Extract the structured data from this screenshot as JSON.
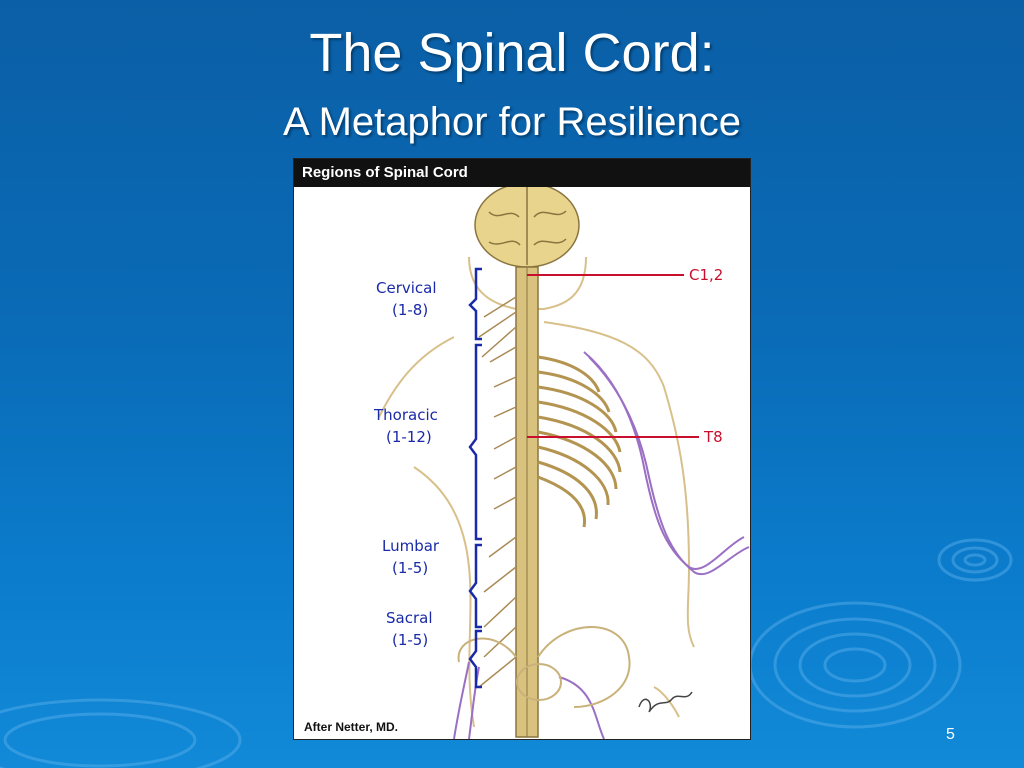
{
  "slide": {
    "title": "The Spinal Cord:",
    "subtitle": "A Metaphor for Resilience",
    "page_number": "5"
  },
  "figure": {
    "header": "Regions of Spinal Cord",
    "regions": [
      {
        "name": "Cervical",
        "range": "(1-8)"
      },
      {
        "name": "Thoracic",
        "range": "(1-12)"
      },
      {
        "name": "Lumbar",
        "range": "(1-5)"
      },
      {
        "name": "Sacral",
        "range": "(1-5)"
      }
    ],
    "markers": [
      "C1,2",
      "T8"
    ],
    "credit": "After Netter, MD."
  },
  "colors": {
    "background": "#0b6ab5",
    "region_label": "#1a2aa8",
    "marker_line": "#c8102e",
    "nerve": "#9b6fc4",
    "bone": "#c9b27a"
  }
}
